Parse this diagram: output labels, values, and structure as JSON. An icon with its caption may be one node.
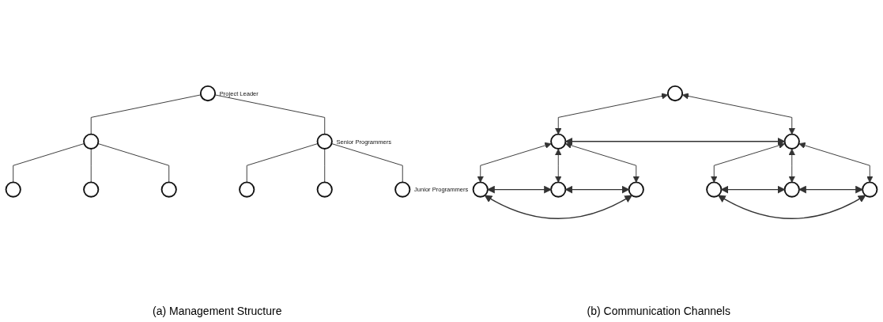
{
  "diagram": {
    "nodes": [
      {
        "text": [],
        "shape": "circle",
        "beside": [
          "Project Leader"
        ]
      },
      {
        "text": [],
        "shape": "circle"
      },
      {
        "text": [],
        "shape": "circle",
        "beside": [
          "Senior Programmers"
        ]
      },
      {
        "text": [],
        "shape": "circle"
      },
      {
        "text": [],
        "shape": "circle"
      },
      {
        "text": [],
        "shape": "circle"
      },
      {
        "text": [],
        "shape": "circle"
      },
      {
        "text": [],
        "shape": "circle"
      },
      {
        "text": [],
        "shape": "circle",
        "beside": [
          "Junior Programmers"
        ]
      },
      {
        "text": [],
        "shape": "circle"
      },
      {
        "text": [],
        "shape": "circle"
      },
      {
        "text": [],
        "shape": "circle"
      },
      {
        "text": [],
        "shape": "circle"
      },
      {
        "text": [],
        "shape": "circle"
      },
      {
        "text": [],
        "shape": "circle"
      },
      {
        "text": [],
        "shape": "circle"
      },
      {
        "text": [],
        "shape": "circle"
      },
      {
        "text": [],
        "shape": "circle"
      }
    ],
    "edges": [
      {
        "from": 0,
        "to": 1,
        "arrow": "none"
      },
      {
        "from": 0,
        "to": 2,
        "arrow": "none"
      },
      {
        "from": 1,
        "to": 3,
        "arrow": "none"
      },
      {
        "from": 1,
        "to": 4,
        "arrow": "none"
      },
      {
        "from": 1,
        "to": 5,
        "arrow": "none"
      },
      {
        "from": 2,
        "to": 6,
        "arrow": "none"
      },
      {
        "from": 2,
        "to": 7,
        "arrow": "none"
      },
      {
        "from": 2,
        "to": 8,
        "arrow": "none"
      },
      {
        "from": 9,
        "to": 10,
        "arrow": "both"
      },
      {
        "from": 9,
        "to": 11,
        "arrow": "both"
      },
      {
        "from": 10,
        "to": 11,
        "arrow": "both"
      },
      {
        "from": 10,
        "to": 12,
        "arrow": "both"
      },
      {
        "from": 10,
        "to": 13,
        "arrow": "both"
      },
      {
        "from": 10,
        "to": 14,
        "arrow": "both"
      },
      {
        "from": 12,
        "to": 13,
        "arrow": "both"
      },
      {
        "from": 13,
        "to": 14,
        "arrow": "both"
      },
      {
        "from": 12,
        "to": 14,
        "arrow": "both"
      },
      {
        "from": 11,
        "to": 15,
        "arrow": "both"
      },
      {
        "from": 11,
        "to": 16,
        "arrow": "both"
      },
      {
        "from": 11,
        "to": 17,
        "arrow": "both"
      },
      {
        "from": 15,
        "to": 16,
        "arrow": "both"
      },
      {
        "from": 16,
        "to": 17,
        "arrow": "both"
      },
      {
        "from": 15,
        "to": 17,
        "arrow": "both"
      }
    ],
    "labels": [
      "(a) Management Structure",
      "(b) Communication Channels"
    ]
  }
}
